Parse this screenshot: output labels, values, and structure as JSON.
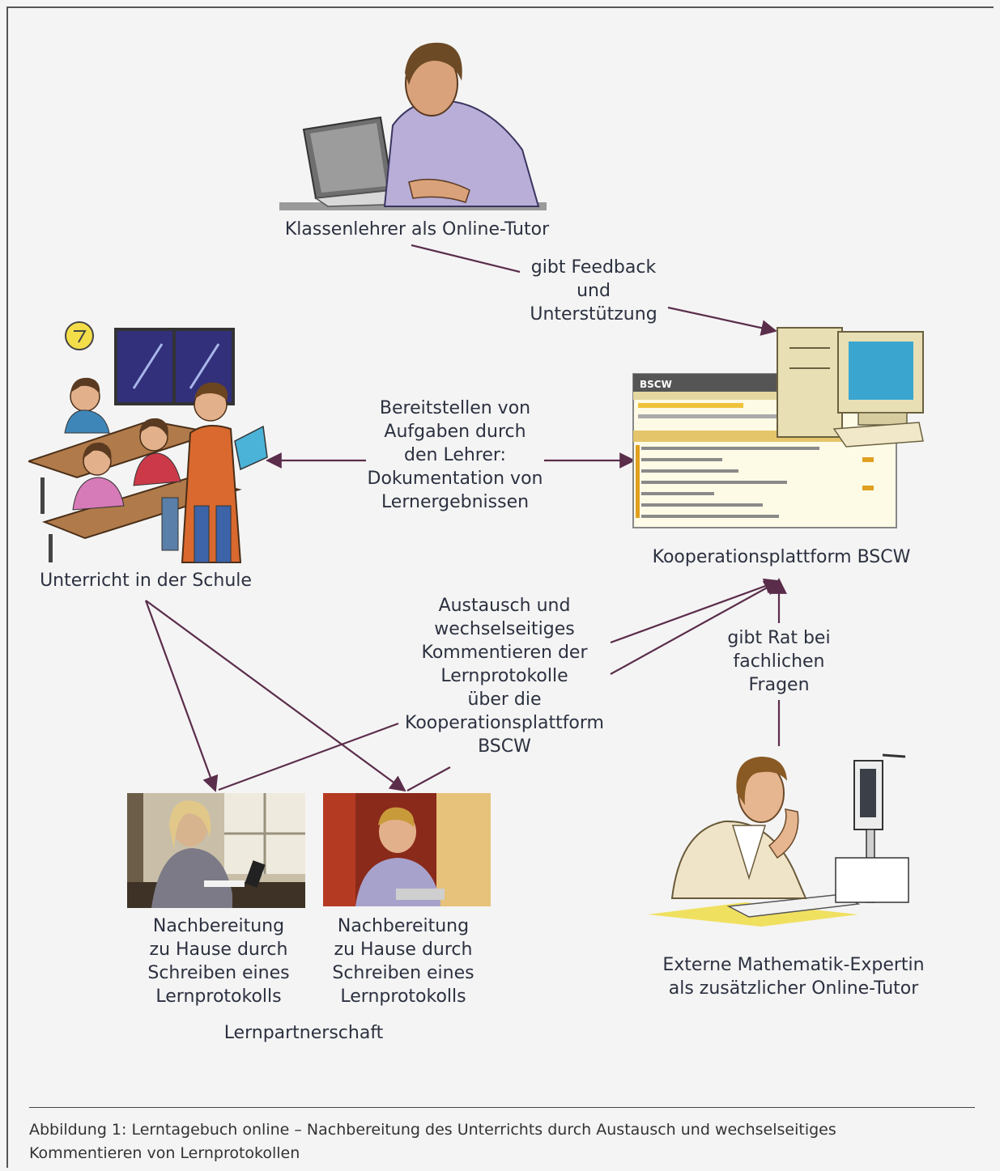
{
  "nodes": {
    "teacher": "Klassenlehrer als Online-Tutor",
    "classroom": "Unterricht in der Schule",
    "platform": "Kooperationsplattform BSCW",
    "expert": [
      "Externe Mathematik-Expertin",
      "als zusätzlicher Online-Tutor"
    ],
    "student1": [
      "Nachbereitung",
      "zu Hause durch",
      "Schreiben eines",
      "Lernprotokolls"
    ],
    "student2": [
      "Nachbereitung",
      "zu Hause durch",
      "Schreiben eines",
      "Lernprotokolls"
    ],
    "partnership": "Lernpartnerschaft"
  },
  "edges": {
    "feedback": [
      "gibt Feedback",
      "und",
      "Unterstützung"
    ],
    "tasks": [
      "Bereitstellen von",
      "Aufgaben durch",
      "den Lehrer:",
      "Dokumentation von",
      "Lernergebnissen"
    ],
    "exchange": [
      "Austausch und",
      "wechselseitiges",
      "Kommentieren der",
      "Lernprotokolle",
      "über die",
      "Kooperationsplattform",
      "BSCW"
    ],
    "advice": [
      "gibt Rat bei",
      "fachlichen",
      "Fragen"
    ]
  },
  "screen_title": "BSCW",
  "caption": [
    "Abbildung 1: Lerntagebuch online – Nachbereitung des Unterrichts durch Austausch und wechselseitiges",
    "Kommentieren von Lernprotokollen"
  ],
  "colors": {
    "arrow": "#5a2d4a",
    "text": "#2c3140"
  }
}
